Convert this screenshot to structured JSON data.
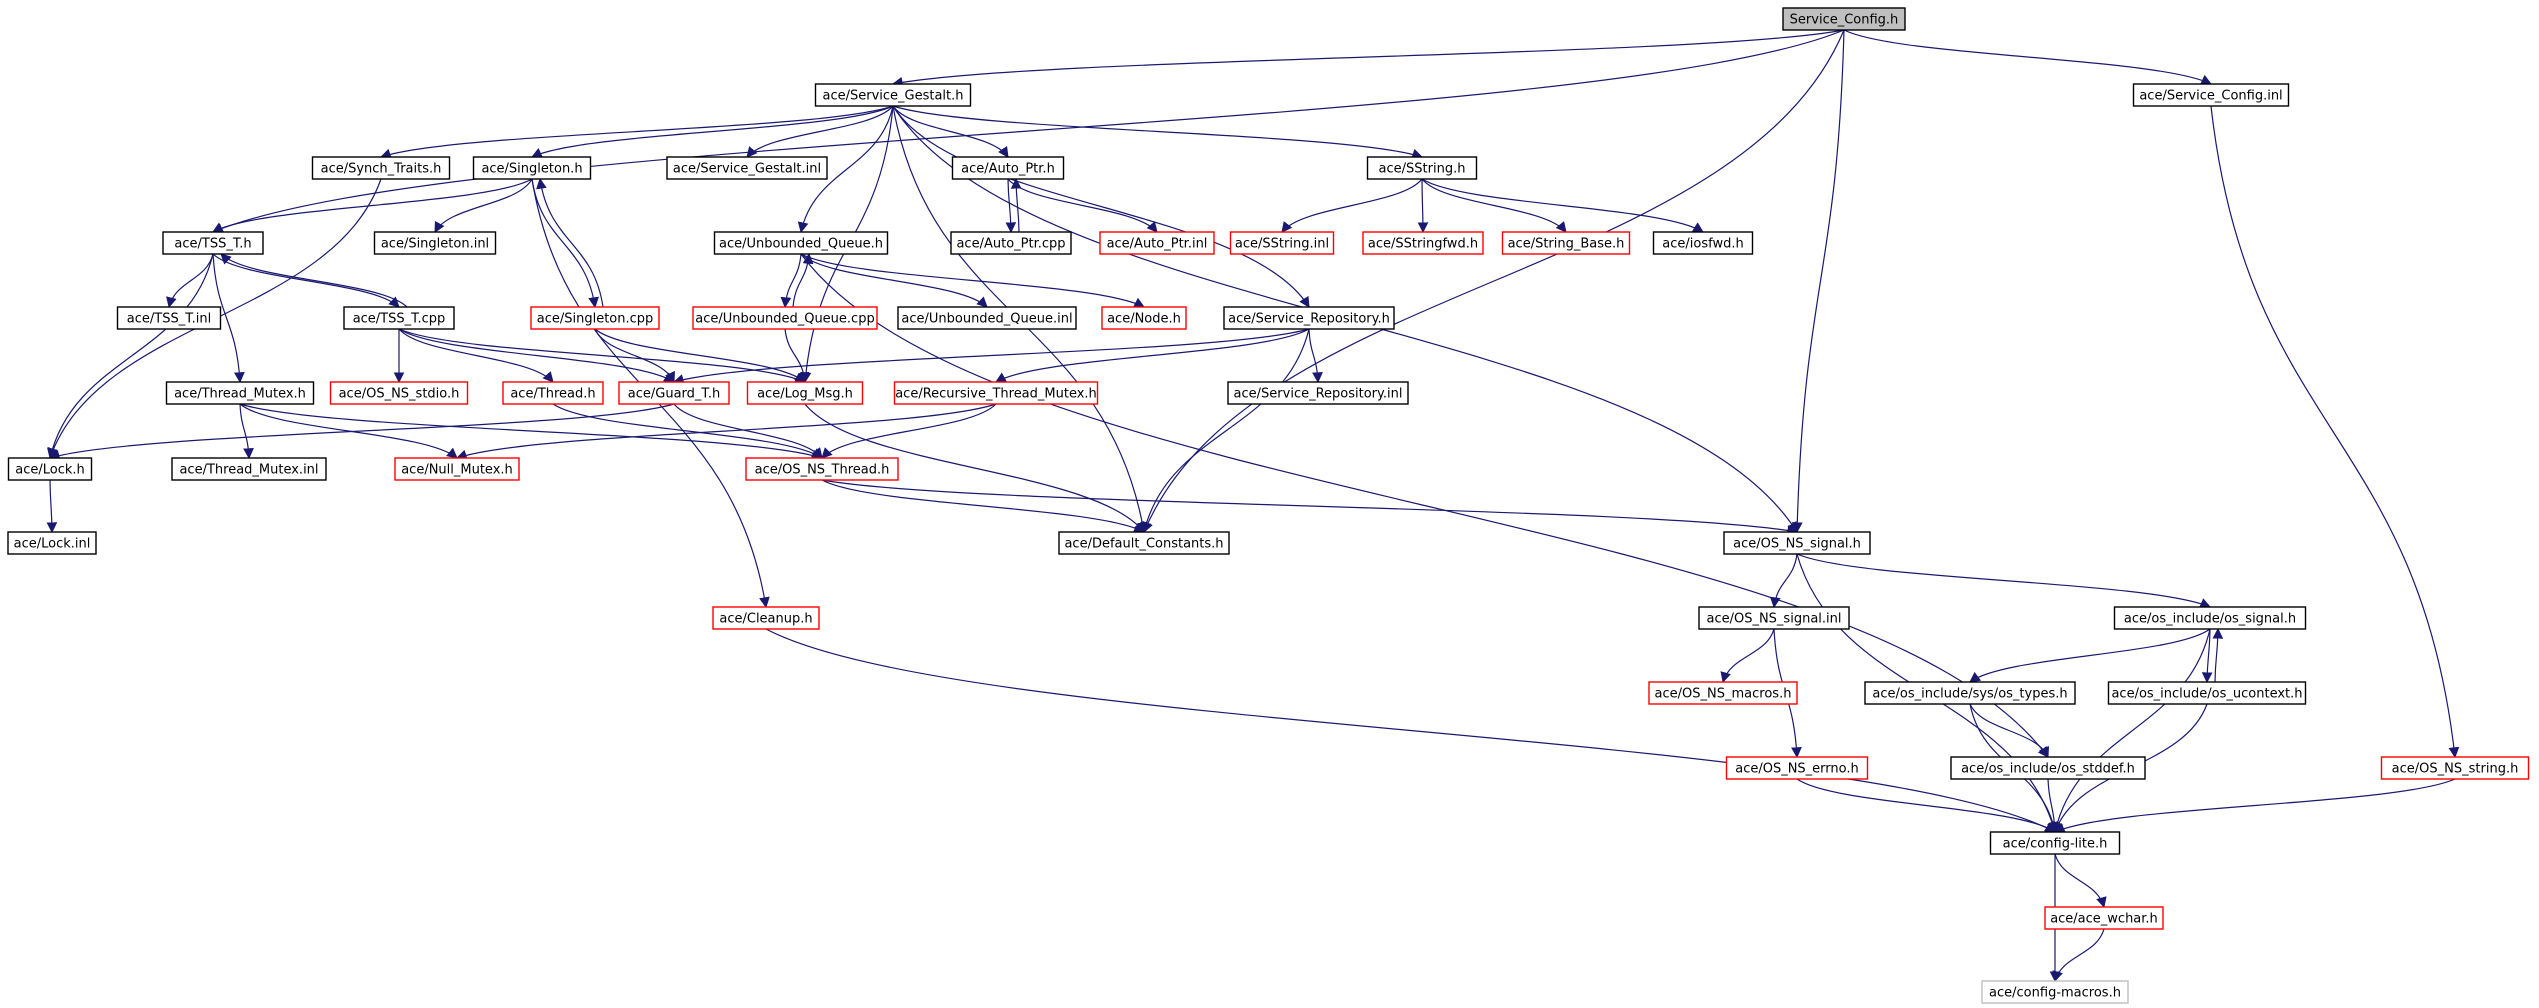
{
  "diagram": {
    "title": "",
    "colors": {
      "edge": "#191970",
      "node_border_default": "#000000",
      "node_border_truncated": "#ff0000",
      "node_border_leaf": "#bfbfbf",
      "node_fill_root": "#bfbfbf",
      "node_fill": "#ffffff"
    },
    "nodes": [
      {
        "id": "service_config_h",
        "label": "Service_Config.h",
        "style": "root"
      },
      {
        "id": "service_gestalt_h",
        "label": "ace/Service_Gestalt.h",
        "style": "normal"
      },
      {
        "id": "service_config_inl",
        "label": "ace/Service_Config.inl",
        "style": "normal"
      },
      {
        "id": "synch_traits_h",
        "label": "ace/Synch_Traits.h",
        "style": "normal"
      },
      {
        "id": "singleton_h",
        "label": "ace/Singleton.h",
        "style": "normal"
      },
      {
        "id": "service_gestalt_inl",
        "label": "ace/Service_Gestalt.inl",
        "style": "normal"
      },
      {
        "id": "auto_ptr_h",
        "label": "ace/Auto_Ptr.h",
        "style": "normal"
      },
      {
        "id": "sstring_h",
        "label": "ace/SString.h",
        "style": "normal"
      },
      {
        "id": "tss_t_h",
        "label": "ace/TSS_T.h",
        "style": "normal"
      },
      {
        "id": "singleton_inl",
        "label": "ace/Singleton.inl",
        "style": "normal"
      },
      {
        "id": "unbounded_queue_h",
        "label": "ace/Unbounded_Queue.h",
        "style": "normal"
      },
      {
        "id": "auto_ptr_cpp",
        "label": "ace/Auto_Ptr.cpp",
        "style": "normal"
      },
      {
        "id": "auto_ptr_inl",
        "label": "ace/Auto_Ptr.inl",
        "style": "truncated"
      },
      {
        "id": "sstring_inl",
        "label": "ace/SString.inl",
        "style": "truncated"
      },
      {
        "id": "sstringfwd_h",
        "label": "ace/SStringfwd.h",
        "style": "truncated"
      },
      {
        "id": "string_base_h",
        "label": "ace/String_Base.h",
        "style": "truncated"
      },
      {
        "id": "iosfwd_h",
        "label": "ace/iosfwd.h",
        "style": "normal"
      },
      {
        "id": "tss_t_inl",
        "label": "ace/TSS_T.inl",
        "style": "normal"
      },
      {
        "id": "tss_t_cpp",
        "label": "ace/TSS_T.cpp",
        "style": "normal"
      },
      {
        "id": "singleton_cpp",
        "label": "ace/Singleton.cpp",
        "style": "truncated"
      },
      {
        "id": "unbounded_queue_cpp",
        "label": "ace/Unbounded_Queue.cpp",
        "style": "truncated"
      },
      {
        "id": "unbounded_queue_inl",
        "label": "ace/Unbounded_Queue.inl",
        "style": "normal"
      },
      {
        "id": "node_h",
        "label": "ace/Node.h",
        "style": "truncated"
      },
      {
        "id": "service_repository_h",
        "label": "ace/Service_Repository.h",
        "style": "normal"
      },
      {
        "id": "thread_mutex_h",
        "label": "ace/Thread_Mutex.h",
        "style": "normal"
      },
      {
        "id": "os_ns_stdio_h",
        "label": "ace/OS_NS_stdio.h",
        "style": "truncated"
      },
      {
        "id": "thread_h",
        "label": "ace/Thread.h",
        "style": "truncated"
      },
      {
        "id": "guard_t_h",
        "label": "ace/Guard_T.h",
        "style": "truncated"
      },
      {
        "id": "log_msg_h",
        "label": "ace/Log_Msg.h",
        "style": "truncated"
      },
      {
        "id": "recursive_thread_mutex_h",
        "label": "ace/Recursive_Thread_Mutex.h",
        "style": "truncated"
      },
      {
        "id": "service_repository_inl",
        "label": "ace/Service_Repository.inl",
        "style": "normal"
      },
      {
        "id": "lock_h",
        "label": "ace/Lock.h",
        "style": "normal"
      },
      {
        "id": "thread_mutex_inl",
        "label": "ace/Thread_Mutex.inl",
        "style": "normal"
      },
      {
        "id": "null_mutex_h",
        "label": "ace/Null_Mutex.h",
        "style": "truncated"
      },
      {
        "id": "os_ns_thread_h",
        "label": "ace/OS_NS_Thread.h",
        "style": "truncated"
      },
      {
        "id": "lock_inl",
        "label": "ace/Lock.inl",
        "style": "normal"
      },
      {
        "id": "default_constants_h",
        "label": "ace/Default_Constants.h",
        "style": "normal"
      },
      {
        "id": "os_ns_signal_h",
        "label": "ace/OS_NS_signal.h",
        "style": "normal"
      },
      {
        "id": "cleanup_h",
        "label": "ace/Cleanup.h",
        "style": "truncated"
      },
      {
        "id": "os_ns_signal_inl",
        "label": "ace/OS_NS_signal.inl",
        "style": "normal"
      },
      {
        "id": "os_signal_h",
        "label": "ace/os_include/os_signal.h",
        "style": "normal"
      },
      {
        "id": "os_ns_macros_h",
        "label": "ace/OS_NS_macros.h",
        "style": "truncated"
      },
      {
        "id": "os_types_h",
        "label": "ace/os_include/sys/os_types.h",
        "style": "normal"
      },
      {
        "id": "os_ucontext_h",
        "label": "ace/os_include/os_ucontext.h",
        "style": "normal"
      },
      {
        "id": "os_ns_errno_h",
        "label": "ace/OS_NS_errno.h",
        "style": "truncated"
      },
      {
        "id": "os_stddef_h",
        "label": "ace/os_include/os_stddef.h",
        "style": "normal"
      },
      {
        "id": "os_ns_string_h",
        "label": "ace/OS_NS_string.h",
        "style": "truncated"
      },
      {
        "id": "config_lite_h",
        "label": "ace/config-lite.h",
        "style": "normal"
      },
      {
        "id": "ace_wchar_h",
        "label": "ace/ace_wchar.h",
        "style": "truncated"
      },
      {
        "id": "config_macros_h",
        "label": "ace/config-macros.h",
        "style": "leaf"
      }
    ],
    "edges": [
      [
        "service_config_h",
        "service_gestalt_h"
      ],
      [
        "service_config_h",
        "service_config_inl"
      ],
      [
        "service_config_h",
        "tss_t_h"
      ],
      [
        "service_config_h",
        "default_constants_h"
      ],
      [
        "service_config_h",
        "os_ns_signal_h"
      ],
      [
        "service_gestalt_h",
        "synch_traits_h"
      ],
      [
        "service_gestalt_h",
        "singleton_h"
      ],
      [
        "service_gestalt_h",
        "service_gestalt_inl"
      ],
      [
        "service_gestalt_h",
        "auto_ptr_h"
      ],
      [
        "service_gestalt_h",
        "sstring_h"
      ],
      [
        "service_gestalt_h",
        "unbounded_queue_h"
      ],
      [
        "service_gestalt_h",
        "service_repository_h"
      ],
      [
        "service_gestalt_h",
        "log_msg_h"
      ],
      [
        "service_gestalt_h",
        "os_ns_signal_h"
      ],
      [
        "service_gestalt_h",
        "default_constants_h"
      ],
      [
        "synch_traits_h",
        "lock_h"
      ],
      [
        "singleton_h",
        "tss_t_h"
      ],
      [
        "singleton_h",
        "singleton_inl"
      ],
      [
        "singleton_h",
        "singleton_cpp"
      ],
      [
        "singleton_h",
        "cleanup_h"
      ],
      [
        "singleton_cpp",
        "singleton_h"
      ],
      [
        "singleton_cpp",
        "guard_t_h"
      ],
      [
        "singleton_cpp",
        "log_msg_h"
      ],
      [
        "auto_ptr_h",
        "auto_ptr_cpp"
      ],
      [
        "auto_ptr_h",
        "auto_ptr_inl"
      ],
      [
        "auto_ptr_cpp",
        "auto_ptr_h"
      ],
      [
        "sstring_h",
        "sstring_inl"
      ],
      [
        "sstring_h",
        "sstringfwd_h"
      ],
      [
        "sstring_h",
        "string_base_h"
      ],
      [
        "sstring_h",
        "iosfwd_h"
      ],
      [
        "tss_t_h",
        "tss_t_inl"
      ],
      [
        "tss_t_h",
        "tss_t_cpp"
      ],
      [
        "tss_t_h",
        "thread_mutex_h"
      ],
      [
        "tss_t_h",
        "lock_h"
      ],
      [
        "tss_t_cpp",
        "tss_t_h"
      ],
      [
        "tss_t_cpp",
        "os_ns_stdio_h"
      ],
      [
        "tss_t_cpp",
        "thread_h"
      ],
      [
        "tss_t_cpp",
        "guard_t_h"
      ],
      [
        "tss_t_cpp",
        "log_msg_h"
      ],
      [
        "unbounded_queue_h",
        "unbounded_queue_cpp"
      ],
      [
        "unbounded_queue_h",
        "unbounded_queue_inl"
      ],
      [
        "unbounded_queue_h",
        "node_h"
      ],
      [
        "unbounded_queue_h",
        "os_stddef_h"
      ],
      [
        "unbounded_queue_cpp",
        "unbounded_queue_h"
      ],
      [
        "unbounded_queue_cpp",
        "log_msg_h"
      ],
      [
        "service_repository_h",
        "recursive_thread_mutex_h"
      ],
      [
        "service_repository_h",
        "service_repository_inl"
      ],
      [
        "service_repository_h",
        "default_constants_h"
      ],
      [
        "service_repository_h",
        "guard_t_h"
      ],
      [
        "thread_mutex_h",
        "thread_mutex_inl"
      ],
      [
        "thread_mutex_h",
        "null_mutex_h"
      ],
      [
        "thread_mutex_h",
        "os_ns_thread_h"
      ],
      [
        "thread_h",
        "os_ns_thread_h"
      ],
      [
        "guard_t_h",
        "lock_h"
      ],
      [
        "guard_t_h",
        "os_ns_thread_h"
      ],
      [
        "log_msg_h",
        "default_constants_h"
      ],
      [
        "recursive_thread_mutex_h",
        "os_ns_thread_h"
      ],
      [
        "recursive_thread_mutex_h",
        "null_mutex_h"
      ],
      [
        "lock_h",
        "lock_inl"
      ],
      [
        "os_ns_thread_h",
        "default_constants_h"
      ],
      [
        "os_ns_thread_h",
        "os_ns_signal_h"
      ],
      [
        "os_ns_signal_h",
        "os_ns_signal_inl"
      ],
      [
        "os_ns_signal_h",
        "os_signal_h"
      ],
      [
        "os_ns_signal_h",
        "config_lite_h"
      ],
      [
        "os_ns_signal_inl",
        "os_ns_macros_h"
      ],
      [
        "os_ns_signal_inl",
        "os_ns_errno_h"
      ],
      [
        "os_signal_h",
        "os_types_h"
      ],
      [
        "os_signal_h",
        "os_ucontext_h"
      ],
      [
        "os_signal_h",
        "config_lite_h"
      ],
      [
        "os_ucontext_h",
        "os_signal_h"
      ],
      [
        "os_ucontext_h",
        "config_lite_h"
      ],
      [
        "os_types_h",
        "os_stddef_h"
      ],
      [
        "os_types_h",
        "config_lite_h"
      ],
      [
        "os_ns_errno_h",
        "config_lite_h"
      ],
      [
        "os_stddef_h",
        "config_lite_h"
      ],
      [
        "cleanup_h",
        "config_lite_h"
      ],
      [
        "service_config_inl",
        "os_ns_string_h"
      ],
      [
        "os_ns_string_h",
        "config_lite_h"
      ],
      [
        "config_lite_h",
        "ace_wchar_h"
      ],
      [
        "config_lite_h",
        "config_macros_h"
      ],
      [
        "ace_wchar_h",
        "config_macros_h"
      ]
    ]
  }
}
